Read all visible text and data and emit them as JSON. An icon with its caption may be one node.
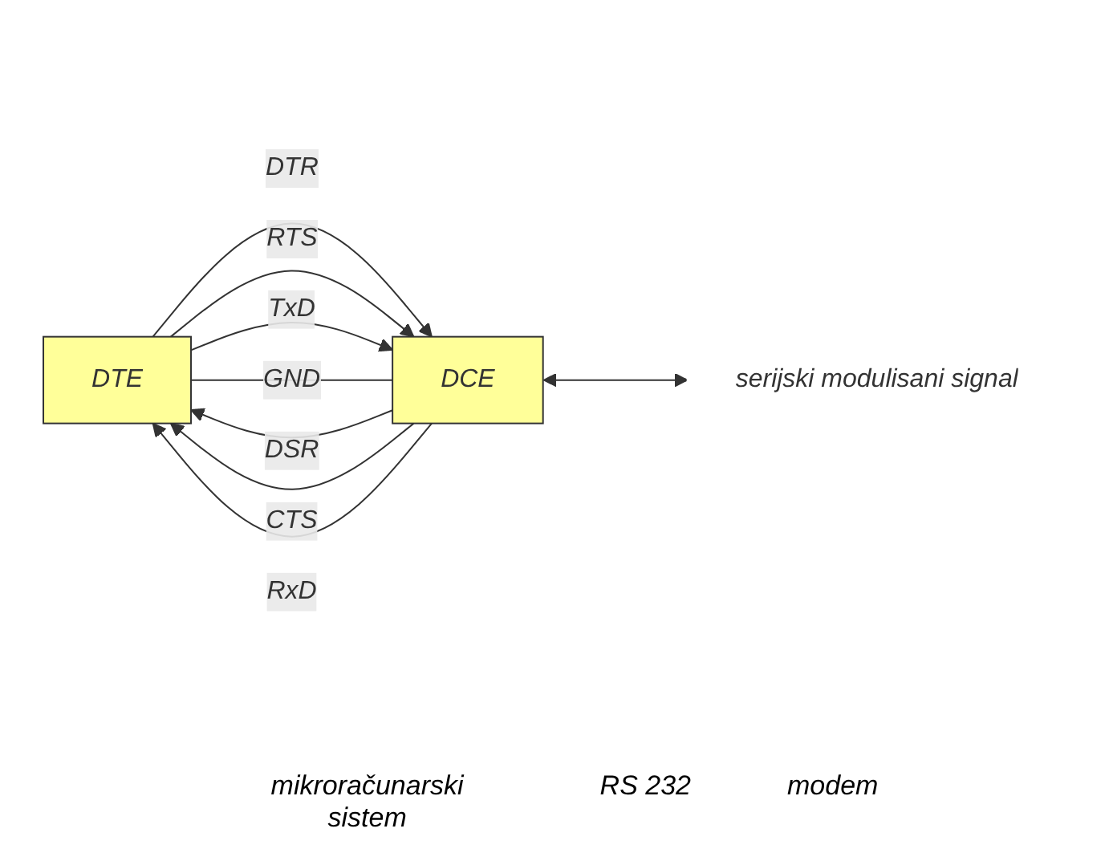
{
  "diagram": {
    "nodes": [
      {
        "text": [
          "DTE"
        ]
      },
      {
        "text": [
          "DCE"
        ]
      },
      {
        "text": [
          "serijski modulisani signal"
        ]
      }
    ],
    "edges": [
      {
        "from": 0,
        "to": 1,
        "arrow": "to",
        "label": "DTR"
      },
      {
        "from": 1,
        "to": 0,
        "arrow": "to",
        "label": "DSR"
      },
      {
        "from": 0,
        "to": 1,
        "arrow": "to",
        "label": "RTS"
      },
      {
        "from": 1,
        "to": 0,
        "arrow": "to",
        "label": "CTS"
      },
      {
        "from": 0,
        "to": 1,
        "arrow": "to",
        "label": "TxD"
      },
      {
        "from": 1,
        "to": 0,
        "arrow": "to",
        "label": "RxD"
      },
      {
        "from": 0,
        "to": 1,
        "arrow": "none",
        "label": "GND"
      },
      {
        "from": 1,
        "to": 2,
        "arrow": "both"
      }
    ],
    "labels": [
      "mikroračunarski sistem",
      "RS 232",
      "modem"
    ]
  }
}
